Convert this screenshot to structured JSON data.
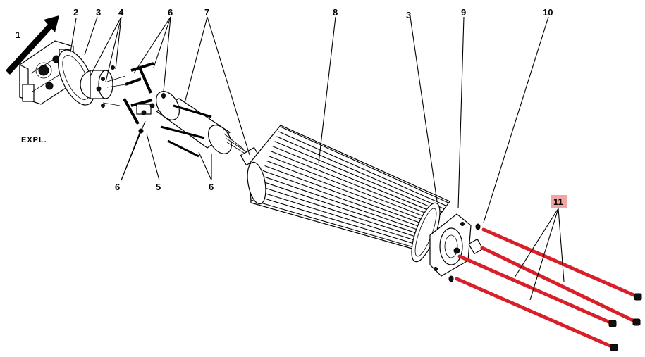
{
  "diagram": {
    "callouts": {
      "c1": "1",
      "c2": "2",
      "c3a": "3",
      "c4": "4",
      "c6a": "6",
      "c7": "7",
      "c8": "8",
      "c3b": "3",
      "c9": "9",
      "c10": "10",
      "c11": "11",
      "c6b": "6",
      "c5": "5",
      "c6c": "6"
    },
    "expl_label": "EXPL.",
    "colors": {
      "highlight_rod": "#d9202a",
      "highlight_tag": "#f4a3a3",
      "line": "#000000",
      "background": "#ffffff"
    }
  }
}
